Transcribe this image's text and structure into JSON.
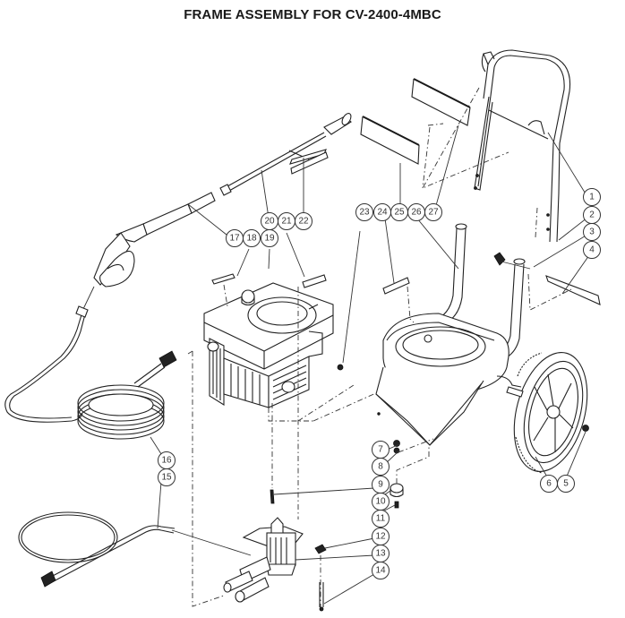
{
  "title": "FRAME ASSEMBLY FOR CV-2400-4MBC",
  "callouts": [
    {
      "id": "1",
      "label": "1",
      "part": "handle"
    },
    {
      "id": "2",
      "label": "2",
      "part": "handle-bolt"
    },
    {
      "id": "3",
      "label": "3",
      "part": "handle-knob"
    },
    {
      "id": "4",
      "label": "4",
      "part": "decal-strip"
    },
    {
      "id": "5",
      "label": "5",
      "part": "wheel-nut"
    },
    {
      "id": "6",
      "label": "6",
      "part": "wheel"
    },
    {
      "id": "7",
      "label": "7",
      "part": "nut"
    },
    {
      "id": "8",
      "label": "8",
      "part": "washer"
    },
    {
      "id": "9",
      "label": "9",
      "part": "pump-key"
    },
    {
      "id": "10",
      "label": "10",
      "part": "foot"
    },
    {
      "id": "11",
      "label": "11",
      "part": "foot-screw"
    },
    {
      "id": "12",
      "label": "12",
      "part": "pump-fitting"
    },
    {
      "id": "13",
      "label": "13",
      "part": "pump"
    },
    {
      "id": "14",
      "label": "14",
      "part": "pump-bolt"
    },
    {
      "id": "15",
      "label": "15",
      "part": "hose-short"
    },
    {
      "id": "16",
      "label": "16",
      "part": "hose-coil"
    },
    {
      "id": "17",
      "label": "17",
      "part": "spray-gun"
    },
    {
      "id": "18",
      "label": "18",
      "part": "decal"
    },
    {
      "id": "19",
      "label": "19",
      "part": "engine"
    },
    {
      "id": "20",
      "label": "20",
      "part": "wand"
    },
    {
      "id": "21",
      "label": "21",
      "part": "decal"
    },
    {
      "id": "22",
      "label": "22",
      "part": "decal"
    },
    {
      "id": "23",
      "label": "23",
      "part": "screw"
    },
    {
      "id": "24",
      "label": "24",
      "part": "decal"
    },
    {
      "id": "25",
      "label": "25",
      "part": "decal"
    },
    {
      "id": "26",
      "label": "26",
      "part": "frame"
    },
    {
      "id": "27",
      "label": "27",
      "part": "decal"
    }
  ]
}
